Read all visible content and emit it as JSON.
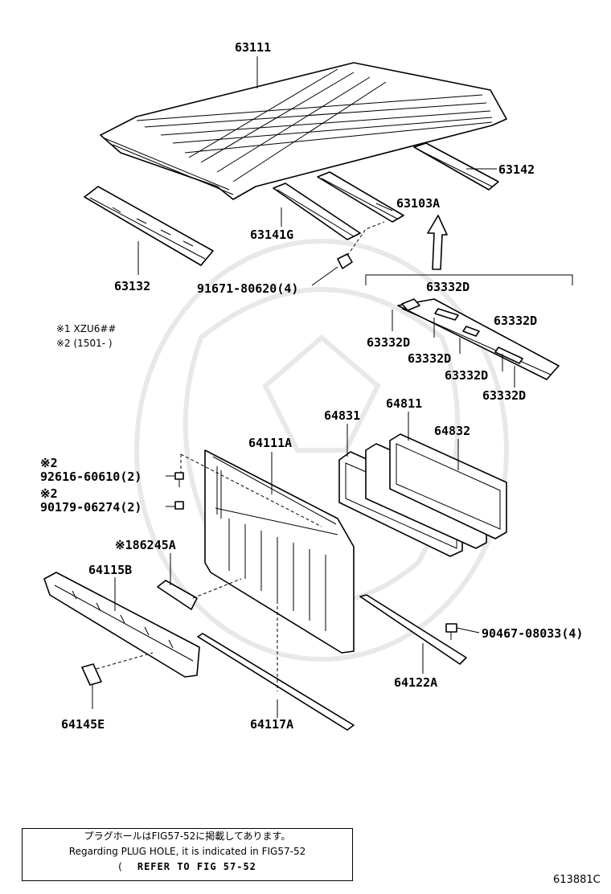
{
  "parts": {
    "p63111": "63111",
    "p63142": "63142",
    "p63103A": "63103A",
    "p63141G": "63141G",
    "p63132": "63132",
    "p91671": "91671-80620(4)",
    "p63332D_top": "63332D",
    "p63332D_r1": "63332D",
    "p63332D_l1": "63332D",
    "p63332D_l2": "63332D",
    "p63332D_l3": "63332D",
    "p63332D_r2": "63332D",
    "p64831": "64831",
    "p64811": "64811",
    "p64832": "64832",
    "p64111A": "64111A",
    "p92616_mark": "※2",
    "p92616": "92616-60610(2)",
    "p90179_mark": "※2",
    "p90179": "90179-06274(2)",
    "p86245A": "※186245A",
    "p64115B": "64115B",
    "p90467": "90467-08033(4)",
    "p64122A": "64122A",
    "p64145E": "64145E",
    "p64117A": "64117A"
  },
  "notes": {
    "n1": "※1 XZU6##",
    "n2": "※2 (1501-        )"
  },
  "note_box": {
    "line1": "プラグホールはFIG57-52に掲載してあります。",
    "line2": "Regarding PLUG HOLE, it is indicated in FIG57-52",
    "line3_open": "(",
    "line3_ref": "REFER TO FIG 57-52"
  },
  "figure_code": "613881C"
}
